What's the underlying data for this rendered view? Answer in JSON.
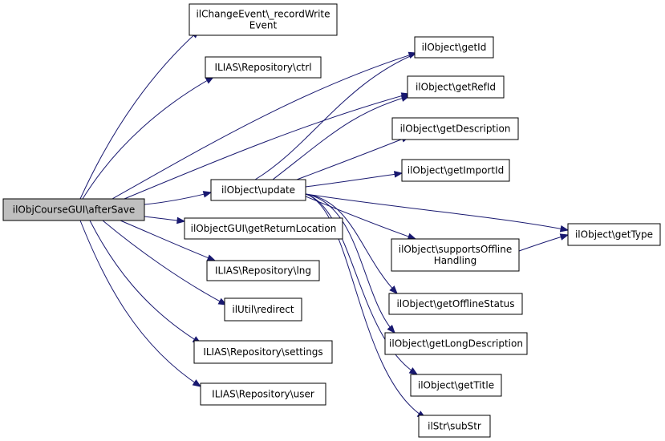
{
  "graph": {
    "nodes": {
      "aftersave": {
        "lines": [
          "ilObjCourseGUI\\afterSave"
        ],
        "root": true
      },
      "changeevent": {
        "lines": [
          "ilChangeEvent\\_recordWrite",
          "Event"
        ]
      },
      "repo_ctrl": {
        "lines": [
          "ILIAS\\Repository\\ctrl"
        ]
      },
      "update": {
        "lines": [
          "ilObject\\update"
        ]
      },
      "getreturnloc": {
        "lines": [
          "ilObjectGUI\\getReturnLocation"
        ]
      },
      "repo_lng": {
        "lines": [
          "ILIAS\\Repository\\lng"
        ]
      },
      "redirect": {
        "lines": [
          "ilUtil\\redirect"
        ]
      },
      "repo_settings": {
        "lines": [
          "ILIAS\\Repository\\settings"
        ]
      },
      "repo_user": {
        "lines": [
          "ILIAS\\Repository\\user"
        ]
      },
      "getid": {
        "lines": [
          "ilObject\\getId"
        ]
      },
      "getrefid": {
        "lines": [
          "ilObject\\getRefId"
        ]
      },
      "getdescription": {
        "lines": [
          "ilObject\\getDescription"
        ]
      },
      "getimportid": {
        "lines": [
          "ilObject\\getImportId"
        ]
      },
      "supportsoffline": {
        "lines": [
          "ilObject\\supportsOffline",
          "Handling"
        ]
      },
      "getofflinestatus": {
        "lines": [
          "ilObject\\getOfflineStatus"
        ]
      },
      "getlongdesc": {
        "lines": [
          "ilObject\\getLongDescription"
        ]
      },
      "gettitle": {
        "lines": [
          "ilObject\\getTitle"
        ]
      },
      "substr": {
        "lines": [
          "ilStr\\subStr"
        ]
      },
      "gettype": {
        "lines": [
          "ilObject\\getType"
        ]
      }
    },
    "edges": [
      {
        "from": "aftersave",
        "to": "changeevent"
      },
      {
        "from": "aftersave",
        "to": "repo_ctrl"
      },
      {
        "from": "aftersave",
        "to": "getid"
      },
      {
        "from": "aftersave",
        "to": "getrefid"
      },
      {
        "from": "aftersave",
        "to": "update"
      },
      {
        "from": "aftersave",
        "to": "getreturnloc"
      },
      {
        "from": "aftersave",
        "to": "repo_lng"
      },
      {
        "from": "aftersave",
        "to": "redirect"
      },
      {
        "from": "aftersave",
        "to": "repo_settings"
      },
      {
        "from": "aftersave",
        "to": "repo_user"
      },
      {
        "from": "update",
        "to": "getid"
      },
      {
        "from": "update",
        "to": "getrefid"
      },
      {
        "from": "update",
        "to": "getdescription"
      },
      {
        "from": "update",
        "to": "getimportid"
      },
      {
        "from": "update",
        "to": "gettype"
      },
      {
        "from": "update",
        "to": "supportsoffline"
      },
      {
        "from": "update",
        "to": "getofflinestatus"
      },
      {
        "from": "update",
        "to": "getlongdesc"
      },
      {
        "from": "update",
        "to": "gettitle"
      },
      {
        "from": "update",
        "to": "substr"
      },
      {
        "from": "supportsoffline",
        "to": "gettype"
      }
    ]
  },
  "colors": {
    "edge": "#191970",
    "root_fill": "#bfbfbf",
    "node_fill": "#ffffff",
    "node_border": "#000000"
  }
}
